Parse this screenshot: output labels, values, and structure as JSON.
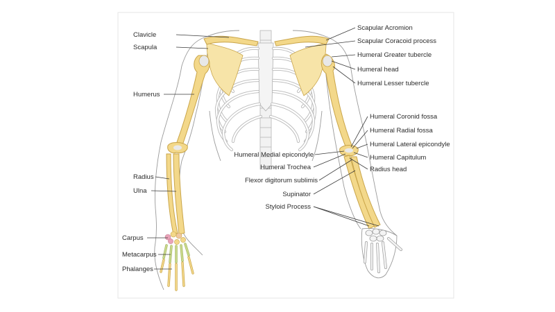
{
  "labels": {
    "clavicle": "Clavicle",
    "scapula": "Scapula",
    "humerus": "Humerus",
    "radius": "Radius",
    "ulna": "Ulna",
    "carpus": "Carpus",
    "metacarpus": "Metacarpus",
    "phalanges": "Phalanges",
    "scapular_acromion": "Scapular Acromion",
    "scapular_coracoid": "Scapular Coracoid process",
    "humeral_greater_tubercle": "Humeral Greater tubercle",
    "humeral_head": "Humeral head",
    "humeral_lesser_tubercle": "Humeral Lesser tubercle",
    "humeral_coronid_fossa": "Humeral Coronid fossa",
    "humeral_radial_fossa": "Humeral Radial fossa",
    "humeral_lateral_epicondyle": "Humeral Lateral epicondyle",
    "humeral_medial_epicondyle": "Humeral Medial epicondyle",
    "humeral_capitulum": "Humeral Capitulum",
    "humeral_trochea": "Humeral Trochea",
    "radius_head": "Radius head",
    "flexor_digitorum": "Flexor digitorum sublimis",
    "supinator": "Supinator",
    "styloid_process": "Styloid Process"
  },
  "colors": {
    "bone": "#f3d88a",
    "ribcage": "#b9b9b9",
    "carpus": "#e9a3b8",
    "metacarpus": "#c9d98a"
  }
}
